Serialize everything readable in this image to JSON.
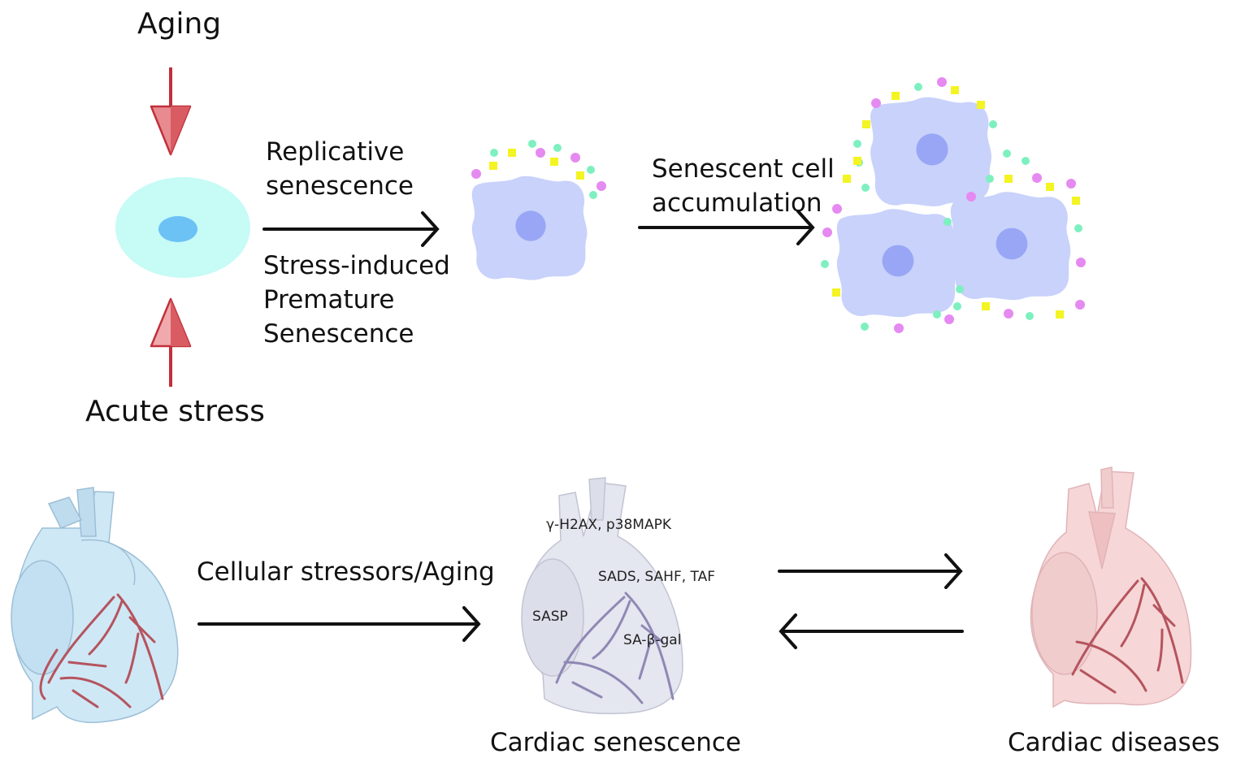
{
  "top": {
    "aging": "Aging",
    "acute_stress": "Acute stress",
    "replicative_senescence": "Replicative\nsenescence",
    "stress_induced": "Stress-induced\nPremature\nSenescence",
    "accumulation": "Senescent cell\naccumulation"
  },
  "bottom": {
    "cellular_stressors": "Cellular stressors/Aging",
    "cardiac_senescence": "Cardiac senescence",
    "cardiac_diseases": "Cardiac diseases",
    "markers": {
      "gh2ax": "γ-H2AX,  p38MAPK",
      "sads": "SADS, SAHF, TAF",
      "sasp": "SASP",
      "sabgal": "SA-β-gal"
    }
  },
  "colors": {
    "stress_arrow": "#c0303a",
    "normal_cell": "#c6fbf6",
    "normal_nucleus": "#6cc1f5",
    "senescent_cell": "#c8d2fb",
    "senescent_nucleus": "#98a6f5",
    "green_dot": "#7ef0c0",
    "pink_dot": "#e58af0",
    "yellow_square": "#f4f422",
    "heart_blue": "#cfe8f6",
    "heart_grey": "#e4e6f0",
    "heart_pink": "#f6d6d6",
    "vessel_red": "#b5545e",
    "vessel_purple": "#8f88b4"
  }
}
